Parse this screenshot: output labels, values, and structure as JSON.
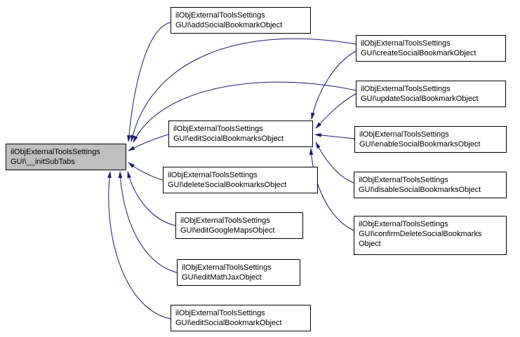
{
  "diagram": {
    "type": "call-graph",
    "colors": {
      "background": "#ffffff",
      "edge": "#191970",
      "node_border": "#000000",
      "node_fill": "#ffffff",
      "highlight_fill": "#bfbfbf"
    },
    "nodes": {
      "initSubTabs": {
        "highlighted": true,
        "lines": [
          "ilObjExternalToolsSettings",
          "GUI\\__initSubTabs"
        ]
      },
      "addSocialBookmark": {
        "lines": [
          "ilObjExternalToolsSettings",
          "GUI\\addSocialBookmarkObject"
        ]
      },
      "createSocialBookmark": {
        "lines": [
          "ilObjExternalToolsSettings",
          "GUI\\createSocialBookmarkObject"
        ]
      },
      "updateSocialBookmark": {
        "lines": [
          "ilObjExternalToolsSettings",
          "GUI\\updateSocialBookmarkObject"
        ]
      },
      "editSocialBookmarks": {
        "lines": [
          "ilObjExternalToolsSettings",
          "GUI\\editSocialBookmarksObject"
        ]
      },
      "enableSocialBookmarks": {
        "lines": [
          "ilObjExternalToolsSettings",
          "GUI\\enableSocialBookmarksObject"
        ]
      },
      "disableSocialBookmarks": {
        "lines": [
          "ilObjExternalToolsSettings",
          "GUI\\disableSocialBookmarksObject"
        ]
      },
      "confirmDeleteSocialBookmarks": {
        "lines": [
          "ilObjExternalToolsSettings",
          "GUI\\confirmDeleteSocialBookmarks",
          "Object"
        ]
      },
      "deleteSocialBookmarks": {
        "lines": [
          "ilObjExternalToolsSettings",
          "GUI\\deleteSocialBookmarksObject"
        ]
      },
      "editGoogleMaps": {
        "lines": [
          "ilObjExternalToolsSettings",
          "GUI\\editGoogleMapsObject"
        ]
      },
      "editMathJax": {
        "lines": [
          "ilObjExternalToolsSettings",
          "GUI\\editMathJaxObject"
        ]
      },
      "editSocialBookmark": {
        "lines": [
          "ilObjExternalToolsSettings",
          "GUI\\editSocialBookmarkObject"
        ]
      }
    },
    "edges": [
      {
        "from": "addSocialBookmark",
        "to": "initSubTabs"
      },
      {
        "from": "createSocialBookmark",
        "to": "initSubTabs"
      },
      {
        "from": "updateSocialBookmark",
        "to": "initSubTabs"
      },
      {
        "from": "editSocialBookmarks",
        "to": "initSubTabs"
      },
      {
        "from": "deleteSocialBookmarks",
        "to": "initSubTabs"
      },
      {
        "from": "editGoogleMaps",
        "to": "initSubTabs"
      },
      {
        "from": "editMathJax",
        "to": "initSubTabs"
      },
      {
        "from": "editSocialBookmark",
        "to": "initSubTabs"
      },
      {
        "from": "createSocialBookmark",
        "to": "editSocialBookmarks"
      },
      {
        "from": "updateSocialBookmark",
        "to": "editSocialBookmarks"
      },
      {
        "from": "enableSocialBookmarks",
        "to": "editSocialBookmarks"
      },
      {
        "from": "disableSocialBookmarks",
        "to": "editSocialBookmarks"
      },
      {
        "from": "confirmDeleteSocialBookmarks",
        "to": "editSocialBookmarks"
      }
    ]
  }
}
